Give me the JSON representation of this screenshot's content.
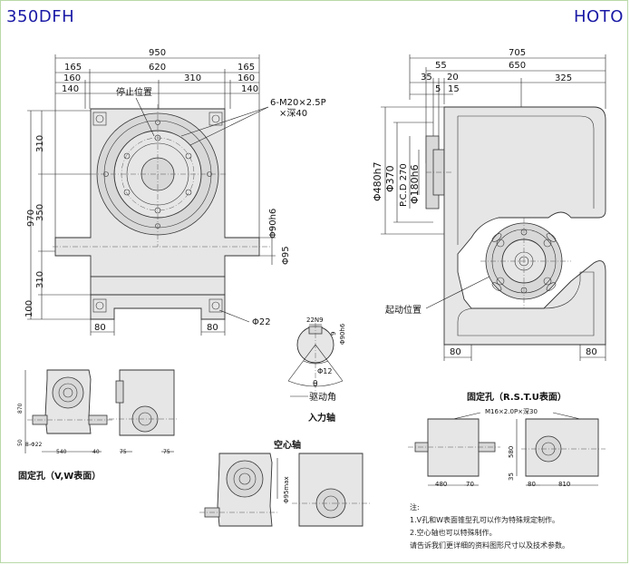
{
  "header": {
    "model": "350DFH",
    "brand": "HOTO"
  },
  "front_view": {
    "widths": [
      "950",
      "620",
      "310",
      "165",
      "160",
      "140",
      "165",
      "160",
      "140"
    ],
    "heights": [
      "970",
      "310",
      "350",
      "310",
      "100"
    ],
    "bottom_dims": [
      "80",
      "80"
    ],
    "hole_note_line1": "6-M20×2.5P",
    "hole_note_line2": "×深40",
    "stop_position": "停止位置",
    "shaft_dia": "Φ90h6",
    "flange_dia": "Φ95",
    "foot_hole": "Φ22"
  },
  "side_view": {
    "widths": [
      "705",
      "650",
      "325",
      "55",
      "35",
      "20",
      "5",
      "15"
    ],
    "diameters": [
      "Φ480h7",
      "Φ370",
      "P.C.D 270",
      "Φ180h6"
    ],
    "start_position": "起动位置",
    "bottom_dims": [
      "80",
      "80"
    ]
  },
  "input_shaft": {
    "key": "22N9",
    "depth": "9",
    "dia": "Φ90h6",
    "small_dia": "Φ12",
    "angle": "θ",
    "drive_angle": "驱动角",
    "title": "入力轴"
  },
  "mount_vw": {
    "height": "870",
    "offset": "50",
    "hole": "8-Φ22",
    "w1": "540",
    "w2": "40",
    "s1": "75",
    "s2": "75",
    "title": "固定孔（V,W表面）"
  },
  "hollow": {
    "title": "空心轴",
    "dia": "Φ95max"
  },
  "mount_rstu": {
    "title": "固定孔（R.S.T.U表面）",
    "hole": "M16×2.0P×深30",
    "h": "580",
    "off": "35",
    "w1": "480",
    "w2": "70",
    "w3": "80",
    "w4": "810"
  },
  "notes": {
    "head": "注:",
    "line1": "1.V孔和W表面锥型孔可以作为特殊规定制作。",
    "line2": "2.空心轴也可以特殊制作。",
    "line3": "请告诉我们更详细的资料图形尺寸以及技术参数。"
  }
}
